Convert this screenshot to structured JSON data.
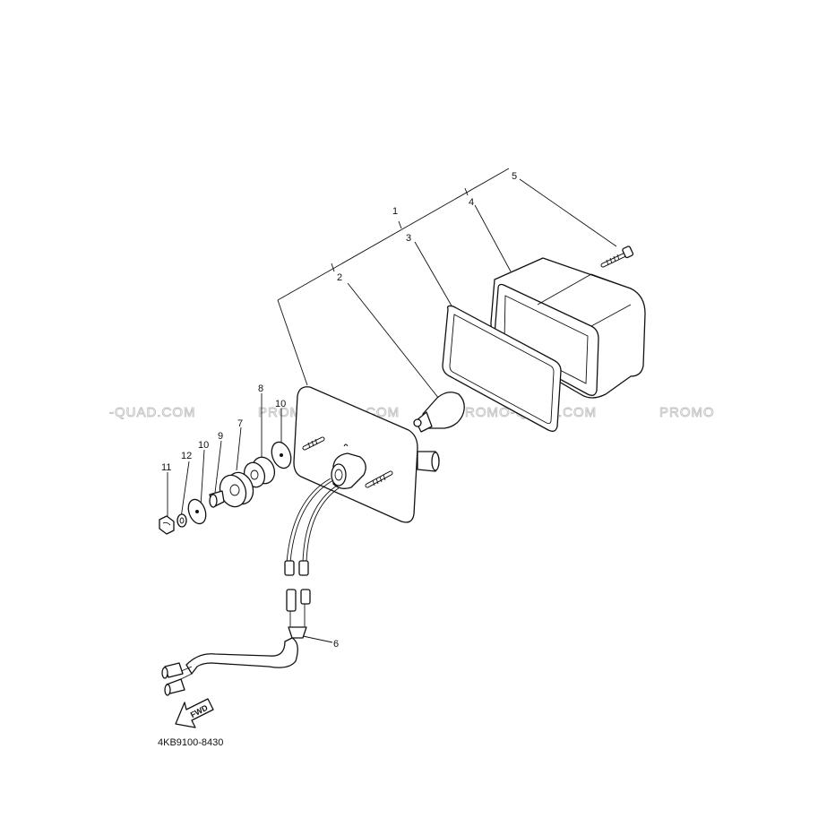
{
  "diagram": {
    "part_code": "4KB9100-8430",
    "watermark_texts": [
      "-QUAD.COM",
      "PROMO-QUAD.COM",
      "PROMO-QUAD.COM",
      "PROMO"
    ],
    "direction_label": "FWD",
    "callouts": {
      "c1": "1",
      "c2": "2",
      "c3": "3",
      "c4": "4",
      "c5": "5",
      "c6": "6",
      "c7": "7",
      "c8": "8",
      "c9": "9",
      "c10a": "10",
      "c10b": "10",
      "c11": "11",
      "c12": "12"
    }
  }
}
